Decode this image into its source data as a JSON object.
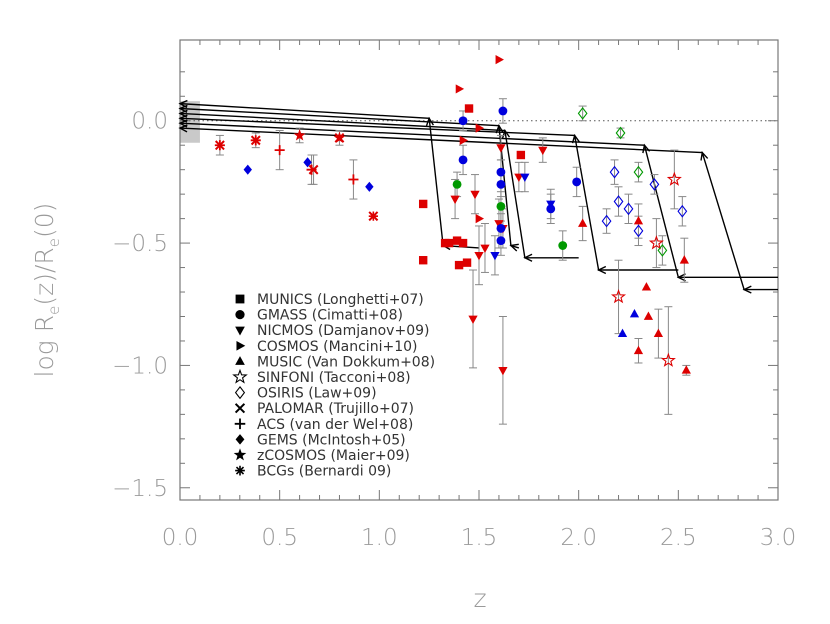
{
  "chart_data": {
    "type": "scatter",
    "xlabel": "z",
    "ylabel_main": "log R",
    "ylabel_sub": "e",
    "ylabel_rest": "(z)/R",
    "ylabel_sub2": "e",
    "ylabel_end": "(0)",
    "xlim": [
      0.0,
      3.0
    ],
    "ylim": [
      -1.55,
      0.33
    ],
    "x_ticks": [
      {
        "v": 0.0,
        "label": "0.0"
      },
      {
        "v": 0.5,
        "label": "0.5"
      },
      {
        "v": 1.0,
        "label": "1.0"
      },
      {
        "v": 1.5,
        "label": "1.5"
      },
      {
        "v": 2.0,
        "label": "2.0"
      },
      {
        "v": 2.5,
        "label": "2.5"
      },
      {
        "v": 3.0,
        "label": "3.0"
      }
    ],
    "y_ticks": [
      {
        "v": 0.0,
        "label": "0.0"
      },
      {
        "v": -0.5,
        "label": "−0.5"
      },
      {
        "v": -1.0,
        "label": "−1.0"
      },
      {
        "v": -1.5,
        "label": "−1.5"
      }
    ],
    "reference_line_y": 0.0,
    "shaded_band": {
      "x": [
        0.0,
        0.1
      ],
      "y": [
        -0.09,
        0.08
      ]
    },
    "legend": [
      {
        "name": "MUNICS (Longhetti+07)",
        "marker": "square"
      },
      {
        "name": "GMASS (Cimatti+08)",
        "marker": "circle"
      },
      {
        "name": "NICMOS (Damjanov+09)",
        "marker": "tri-down"
      },
      {
        "name": "COSMOS (Mancini+10)",
        "marker": "tri-right"
      },
      {
        "name": "MUSIC (Van Dokkum+08)",
        "marker": "tri-up"
      },
      {
        "name": "SINFONI (Tacconi+08)",
        "marker": "star-open"
      },
      {
        "name": "OSIRIS (Law+09)",
        "marker": "diamond-open"
      },
      {
        "name": "PALOMAR (Trujillo+07)",
        "marker": "cross"
      },
      {
        "name": "ACS (van der Wel+08)",
        "marker": "plus"
      },
      {
        "name": "GEMS (McIntosh+05)",
        "marker": "diamond"
      },
      {
        "name": "zCOSMOS (Maier+09)",
        "marker": "star"
      },
      {
        "name": "BCGs (Bernardi 09)",
        "marker": "asterisk"
      }
    ],
    "colors": {
      "red": "#dd0000",
      "blue": "#0000dd",
      "green": "#009900",
      "black": "#000000",
      "grey": "#888888"
    },
    "tracks": [
      {
        "y0": 0.07,
        "x1": 1.25,
        "y1": 0.01,
        "x2": 1.32,
        "y2": -0.51,
        "x3": 1.5,
        "y3": -0.52
      },
      {
        "y0": 0.05,
        "x1": 1.6,
        "y1": -0.02,
        "x2": 1.66,
        "y2": -0.51,
        "x3": 1.7,
        "y3": -0.52
      },
      {
        "y0": 0.03,
        "x1": 1.63,
        "y1": -0.04,
        "x2": 1.73,
        "y2": -0.56,
        "x3": 2.0,
        "y3": -0.56
      },
      {
        "y0": 0.01,
        "x1": 1.98,
        "y1": -0.06,
        "x2": 2.1,
        "y2": -0.61,
        "x3": 2.5,
        "y3": -0.61
      },
      {
        "y0": -0.01,
        "x1": 2.33,
        "y1": -0.1,
        "x2": 2.5,
        "y2": -0.64,
        "x3": 3.0,
        "y3": -0.64
      },
      {
        "y0": -0.03,
        "x1": 2.62,
        "y1": -0.13,
        "x2": 2.83,
        "y2": -0.69,
        "x3": 3.0,
        "y3": -0.69
      }
    ],
    "points": [
      {
        "x": 0.2,
        "y": -0.1,
        "m": "cross",
        "c": "red",
        "e": 0.04
      },
      {
        "x": 0.2,
        "y": -0.1,
        "m": "plus",
        "c": "red"
      },
      {
        "x": 0.34,
        "y": -0.2,
        "m": "diamond",
        "c": "blue"
      },
      {
        "x": 0.38,
        "y": -0.08,
        "m": "cross",
        "c": "red",
        "e": 0.03
      },
      {
        "x": 0.38,
        "y": -0.08,
        "m": "plus",
        "c": "red"
      },
      {
        "x": 0.5,
        "y": -0.12,
        "m": "plus",
        "c": "red",
        "e": 0.08
      },
      {
        "x": 0.6,
        "y": -0.06,
        "m": "star",
        "c": "red",
        "e": 0.03
      },
      {
        "x": 0.64,
        "y": -0.17,
        "m": "diamond",
        "c": "blue"
      },
      {
        "x": 0.67,
        "y": -0.2,
        "m": "cross",
        "c": "red",
        "e": 0.06
      },
      {
        "x": 0.66,
        "y": -0.2,
        "m": "plus",
        "c": "red",
        "e": 0.06
      },
      {
        "x": 0.8,
        "y": -0.07,
        "m": "star",
        "c": "red",
        "e": 0.03
      },
      {
        "x": 0.8,
        "y": -0.07,
        "m": "cross",
        "c": "red"
      },
      {
        "x": 0.87,
        "y": -0.24,
        "m": "plus",
        "c": "red",
        "e": 0.08
      },
      {
        "x": 0.95,
        "y": -0.27,
        "m": "diamond",
        "c": "blue"
      },
      {
        "x": 0.97,
        "y": -0.39,
        "m": "cross",
        "c": "red"
      },
      {
        "x": 0.97,
        "y": -0.39,
        "m": "asterisk",
        "c": "red"
      },
      {
        "x": 1.22,
        "y": -0.34,
        "m": "square",
        "c": "red"
      },
      {
        "x": 1.22,
        "y": -0.57,
        "m": "square",
        "c": "red"
      },
      {
        "x": 1.33,
        "y": -0.5,
        "m": "square",
        "c": "red"
      },
      {
        "x": 1.35,
        "y": -0.5,
        "m": "square",
        "c": "red"
      },
      {
        "x": 1.39,
        "y": -0.49,
        "m": "square",
        "c": "red"
      },
      {
        "x": 1.42,
        "y": -0.5,
        "m": "square",
        "c": "red"
      },
      {
        "x": 1.4,
        "y": -0.59,
        "m": "square",
        "c": "red"
      },
      {
        "x": 1.44,
        "y": -0.58,
        "m": "square",
        "c": "red"
      },
      {
        "x": 1.45,
        "y": 0.05,
        "m": "square",
        "c": "red"
      },
      {
        "x": 1.71,
        "y": -0.14,
        "m": "square",
        "c": "red"
      },
      {
        "x": 1.38,
        "y": -0.32,
        "m": "tri-down",
        "c": "red",
        "e": 0.08
      },
      {
        "x": 1.48,
        "y": -0.3,
        "m": "tri-down",
        "c": "red",
        "e": 0.08
      },
      {
        "x": 1.47,
        "y": -0.81,
        "m": "tri-down",
        "c": "red",
        "e": 0.2
      },
      {
        "x": 1.5,
        "y": -0.55,
        "m": "tri-down",
        "c": "red",
        "e": 0.12
      },
      {
        "x": 1.53,
        "y": -0.52,
        "m": "tri-down",
        "c": "red",
        "e": 0.1
      },
      {
        "x": 1.6,
        "y": -0.42,
        "m": "tri-down",
        "c": "red",
        "e": 0.1
      },
      {
        "x": 1.62,
        "y": -1.02,
        "m": "tri-down",
        "c": "red",
        "e": 0.22
      },
      {
        "x": 1.61,
        "y": -0.11,
        "m": "tri-down",
        "c": "red",
        "e": 0.05
      },
      {
        "x": 1.62,
        "y": -0.44,
        "m": "tri-down",
        "c": "red",
        "e": 0.08
      },
      {
        "x": 1.7,
        "y": -0.23,
        "m": "tri-down",
        "c": "red",
        "e": 0.06
      },
      {
        "x": 1.82,
        "y": -0.12,
        "m": "tri-down",
        "c": "red",
        "e": 0.05
      },
      {
        "x": 1.58,
        "y": -0.55,
        "m": "tri-down",
        "c": "blue",
        "e": 0.08
      },
      {
        "x": 1.73,
        "y": -0.23,
        "m": "tri-down",
        "c": "blue",
        "e": 0.06
      },
      {
        "x": 1.86,
        "y": -0.34,
        "m": "tri-down",
        "c": "blue",
        "e": 0.06
      },
      {
        "x": 1.4,
        "y": 0.13,
        "m": "tri-right",
        "c": "red"
      },
      {
        "x": 1.42,
        "y": -0.08,
        "m": "tri-right",
        "c": "red"
      },
      {
        "x": 1.5,
        "y": -0.03,
        "m": "tri-right",
        "c": "red"
      },
      {
        "x": 1.5,
        "y": -0.4,
        "m": "tri-right",
        "c": "red"
      },
      {
        "x": 1.6,
        "y": 0.25,
        "m": "tri-right",
        "c": "red"
      },
      {
        "x": 1.42,
        "y": 0.0,
        "m": "circle",
        "c": "blue",
        "e": 0.04
      },
      {
        "x": 1.42,
        "y": -0.16,
        "m": "circle",
        "c": "blue",
        "e": 0.06
      },
      {
        "x": 1.62,
        "y": 0.04,
        "m": "circle",
        "c": "blue",
        "e": 0.05
      },
      {
        "x": 1.61,
        "y": -0.21,
        "m": "circle",
        "c": "blue",
        "e": 0.05
      },
      {
        "x": 1.61,
        "y": -0.26,
        "m": "circle",
        "c": "blue",
        "e": 0.05
      },
      {
        "x": 1.61,
        "y": -0.44,
        "m": "circle",
        "c": "blue",
        "e": 0.06
      },
      {
        "x": 1.61,
        "y": -0.49,
        "m": "circle",
        "c": "blue",
        "e": 0.06
      },
      {
        "x": 1.86,
        "y": -0.36,
        "m": "circle",
        "c": "blue",
        "e": 0.06
      },
      {
        "x": 1.99,
        "y": -0.25,
        "m": "circle",
        "c": "blue",
        "e": 0.06
      },
      {
        "x": 1.39,
        "y": -0.26,
        "m": "circle",
        "c": "green",
        "e": 0.05
      },
      {
        "x": 1.61,
        "y": -0.35,
        "m": "circle",
        "c": "green",
        "e": 0.06
      },
      {
        "x": 1.92,
        "y": -0.51,
        "m": "circle",
        "c": "green",
        "e": 0.06
      },
      {
        "x": 2.02,
        "y": -0.42,
        "m": "tri-up",
        "c": "red",
        "e": 0.07
      },
      {
        "x": 2.22,
        "y": -0.87,
        "m": "tri-up",
        "c": "blue"
      },
      {
        "x": 2.28,
        "y": -0.79,
        "m": "tri-up",
        "c": "blue"
      },
      {
        "x": 2.3,
        "y": -0.94,
        "m": "tri-up",
        "c": "red",
        "e": 0.05
      },
      {
        "x": 2.3,
        "y": -0.41,
        "m": "tri-up",
        "c": "red",
        "e": 0.07
      },
      {
        "x": 2.34,
        "y": -0.68,
        "m": "tri-up",
        "c": "red"
      },
      {
        "x": 2.35,
        "y": -0.8,
        "m": "tri-up",
        "c": "red"
      },
      {
        "x": 2.4,
        "y": -0.87,
        "m": "tri-up",
        "c": "red",
        "e": 0.1
      },
      {
        "x": 2.53,
        "y": -0.57,
        "m": "tri-up",
        "c": "red",
        "e": 0.09
      },
      {
        "x": 2.54,
        "y": -1.02,
        "m": "tri-up",
        "c": "red",
        "e": 0.02
      },
      {
        "x": 2.2,
        "y": -0.72,
        "m": "star-open",
        "c": "red",
        "e": 0.15
      },
      {
        "x": 2.39,
        "y": -0.5,
        "m": "star-open",
        "c": "red",
        "e": 0.1
      },
      {
        "x": 2.45,
        "y": -0.98,
        "m": "star-open",
        "c": "red",
        "e": 0.22
      },
      {
        "x": 2.48,
        "y": -0.24,
        "m": "star-open",
        "c": "red",
        "e": 0.12
      },
      {
        "x": 2.02,
        "y": 0.03,
        "m": "diamond-open",
        "c": "green",
        "e": 0.03
      },
      {
        "x": 2.21,
        "y": -0.05,
        "m": "diamond-open",
        "c": "green",
        "e": 0.02
      },
      {
        "x": 2.3,
        "y": -0.21,
        "m": "diamond-open",
        "c": "green",
        "e": 0.04
      },
      {
        "x": 2.42,
        "y": -0.53,
        "m": "diamond-open",
        "c": "green",
        "e": 0.06
      },
      {
        "x": 2.14,
        "y": -0.41,
        "m": "diamond-open",
        "c": "blue",
        "e": 0.05
      },
      {
        "x": 2.18,
        "y": -0.21,
        "m": "diamond-open",
        "c": "blue",
        "e": 0.05
      },
      {
        "x": 2.2,
        "y": -0.33,
        "m": "diamond-open",
        "c": "blue",
        "e": 0.06
      },
      {
        "x": 2.25,
        "y": -0.36,
        "m": "diamond-open",
        "c": "blue",
        "e": 0.06
      },
      {
        "x": 2.3,
        "y": -0.45,
        "m": "diamond-open",
        "c": "blue",
        "e": 0.06
      },
      {
        "x": 2.38,
        "y": -0.26,
        "m": "diamond-open",
        "c": "blue",
        "e": 0.04
      },
      {
        "x": 2.52,
        "y": -0.37,
        "m": "diamond-open",
        "c": "blue",
        "e": 0.06
      }
    ]
  }
}
